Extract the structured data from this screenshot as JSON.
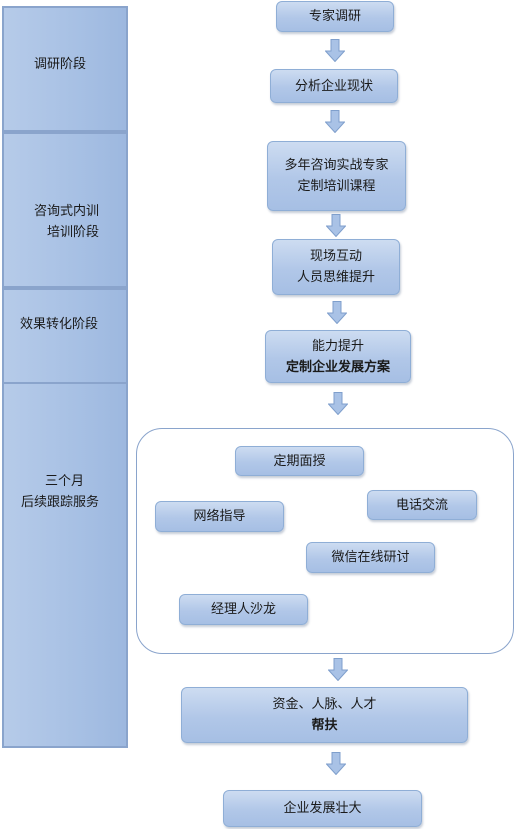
{
  "phases": {
    "research": "调研阶段",
    "consulting_line1": "咨询式内训",
    "consulting_line2": "培训阶段",
    "effect": "效果转化阶段",
    "followup_line1": "三个月",
    "followup_line2": "后续跟踪服务"
  },
  "steps": {
    "expert_research": "专家调研",
    "analysis": "分析企业现状",
    "custom_course_line1": "多年咨询实战专家",
    "custom_course_line2": "定制培训课程",
    "interaction_line1": "现场互动",
    "interaction_line2": "人员思维提升",
    "capability_line1": "能力提升",
    "capability_line2": "定制企业发展方案",
    "support_line1": "资金、人脉、人才",
    "support_line2": "帮扶",
    "growth": "企业发展壮大"
  },
  "services": {
    "regular_teaching": "定期面授",
    "phone": "电话交流",
    "online_guidance": "网络指导",
    "wechat_seminar": "微信在线研讨",
    "manager_salon": "经理人沙龙"
  },
  "colors": {
    "box_fill": "#b1c7e8",
    "box_border": "#8faed6",
    "phase_fill": "#a7c0e4",
    "arrow_fill": "#a9c2e6"
  }
}
